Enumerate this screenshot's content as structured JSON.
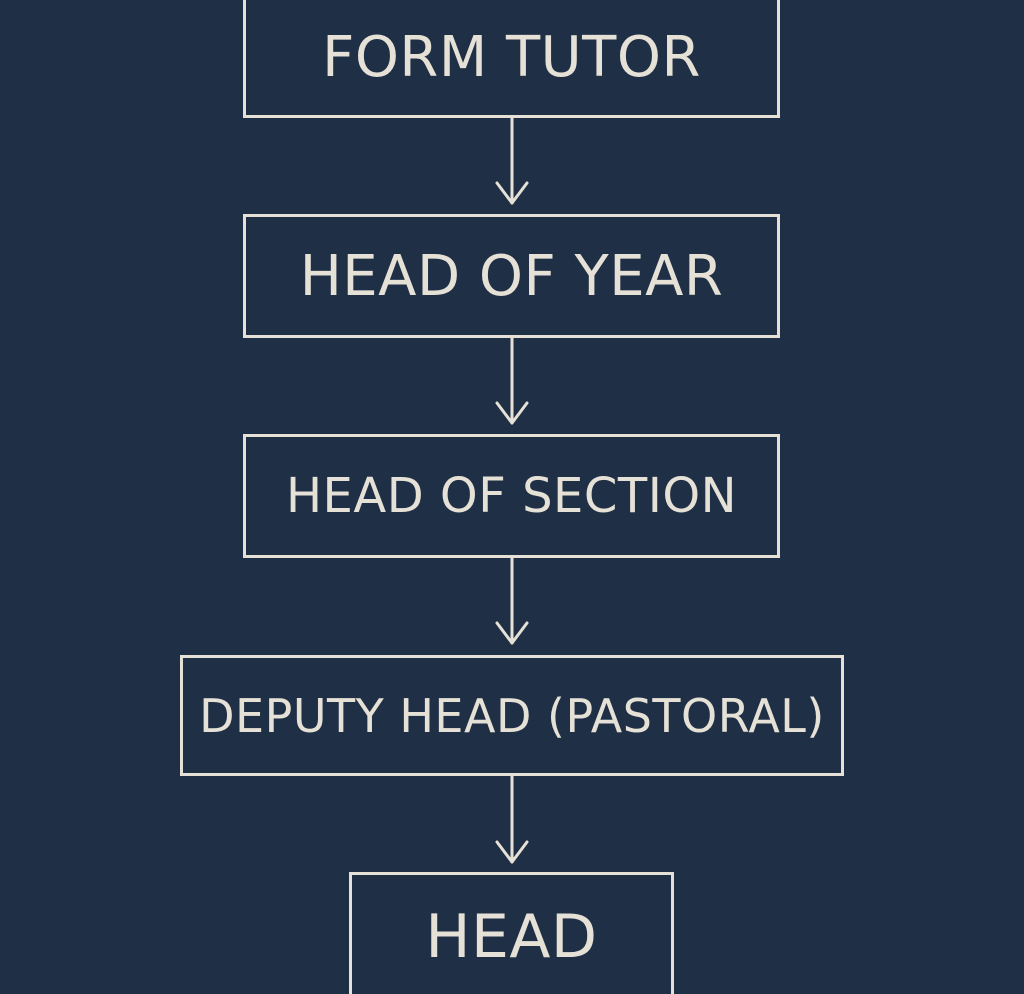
{
  "diagram": {
    "nodes": [
      {
        "id": "form-tutor",
        "label": "FORM TUTOR"
      },
      {
        "id": "head-of-year",
        "label": "HEAD OF YEAR"
      },
      {
        "id": "head-of-section",
        "label": "HEAD OF SECTION"
      },
      {
        "id": "deputy-head-pastoral",
        "label": "DEPUTY HEAD (PASTORAL)"
      },
      {
        "id": "head",
        "label": "HEAD"
      }
    ],
    "edges": [
      {
        "from": "form-tutor",
        "to": "head-of-year"
      },
      {
        "from": "head-of-year",
        "to": "head-of-section"
      },
      {
        "from": "head-of-section",
        "to": "deputy-head-pastoral"
      },
      {
        "from": "deputy-head-pastoral",
        "to": "head"
      }
    ],
    "colors": {
      "background": "#1f2f45",
      "foreground": "#e6e1d6"
    }
  }
}
